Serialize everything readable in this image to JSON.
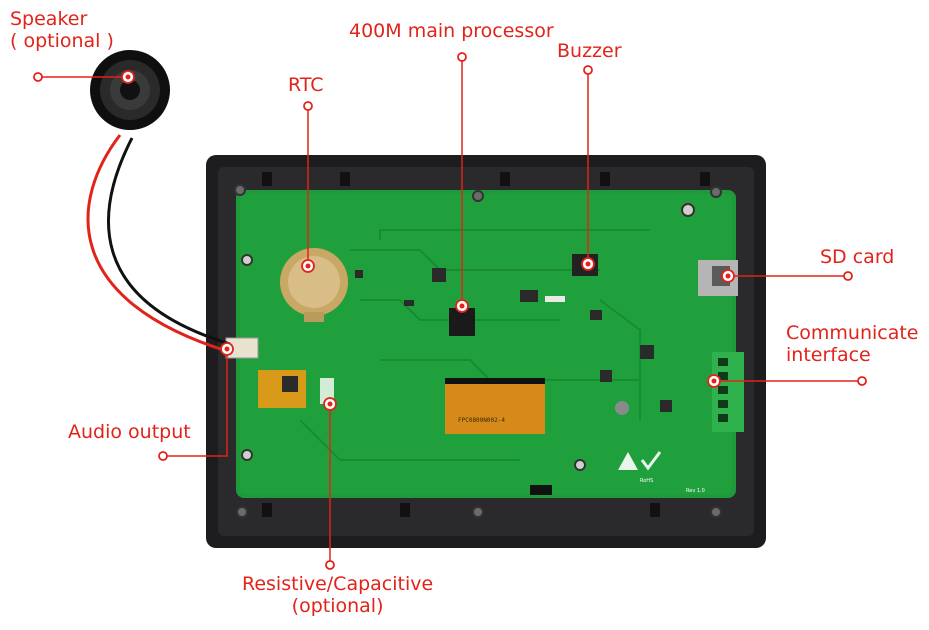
{
  "accent_color": "#e2231a",
  "labels": {
    "speaker": {
      "line1": "Speaker",
      "line2": "( optional )"
    },
    "rtc": "RTC",
    "processor": "400M main processor",
    "buzzer": "Buzzer",
    "sd_card": "SD card",
    "communicate": {
      "line1": "Communicate",
      "line2": "interface"
    },
    "audio_output": "Audio output",
    "touch": {
      "line1": "Resistive/Capacitive",
      "line2": "(optional)"
    }
  },
  "board_marks": {
    "rev": "Rev 1.0",
    "fpc": "FPC0800N002-4",
    "rohs": "RoHS"
  }
}
